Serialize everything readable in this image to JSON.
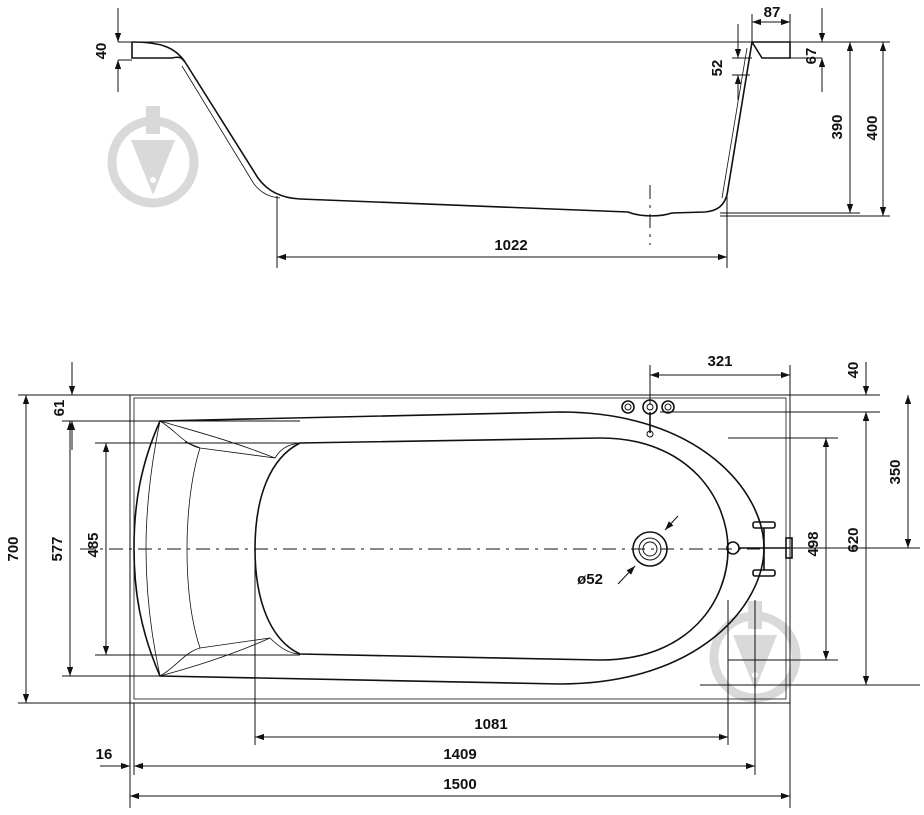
{
  "drawing": {
    "side_view": {
      "rim_thickness": "40",
      "overflow_offset": "87",
      "overflow_drop": "52",
      "overflow_height": "67",
      "inner_depth": "390",
      "total_depth": "400",
      "bottom_length": "1022"
    },
    "plan_view": {
      "tap_offset": "321",
      "tap_rim": "40",
      "rim_inset": "61",
      "total_width": "700",
      "inner_width": "577",
      "bottom_width": "485",
      "drain_diameter": "ø52",
      "bottom_width_right": "498",
      "half_width": "350",
      "inner_width_right": "620",
      "bottom_length": "1081",
      "inner_length": "1409",
      "rim_offset": "16",
      "total_length": "1500"
    }
  },
  "watermark": {
    "icon": "pen-nib-logo-icon",
    "color": "#d9d9d9"
  }
}
